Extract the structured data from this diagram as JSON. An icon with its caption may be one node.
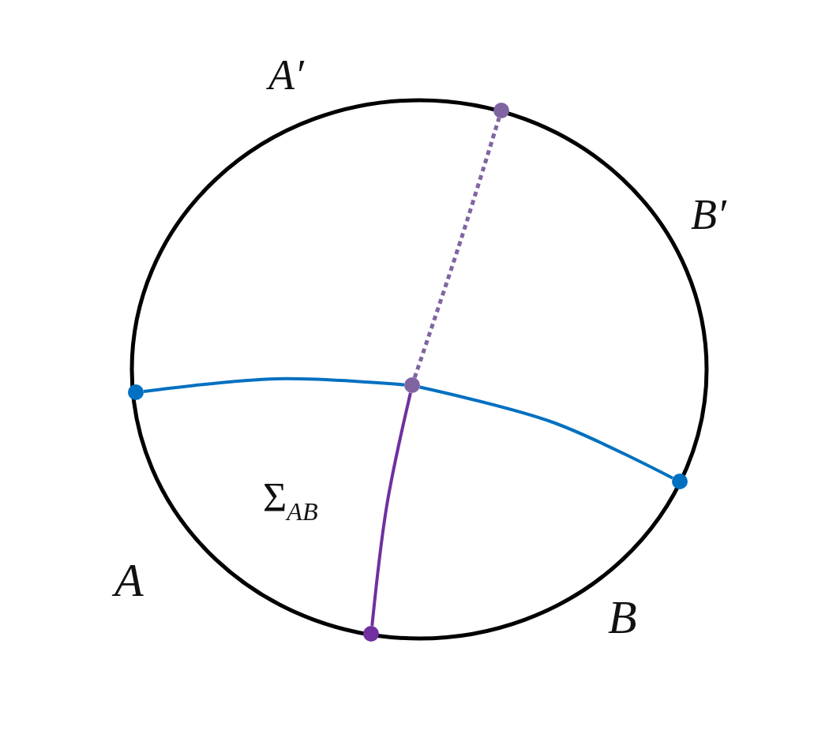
{
  "diagram": {
    "nodes": [
      {
        "text": [],
        "shape": "circle"
      },
      {
        "text": [],
        "shape": "circle"
      },
      {
        "text": [],
        "shape": "circle"
      },
      {
        "text": [],
        "shape": "circle"
      },
      {
        "text": [],
        "shape": "circle"
      }
    ],
    "edges": [
      {
        "from": 1,
        "to": 2,
        "arrow": "none",
        "color": "#0070c0"
      },
      {
        "from": 2,
        "to": 3,
        "arrow": "none",
        "color": "#0070c0"
      },
      {
        "from": 4,
        "to": 2,
        "arrow": "none",
        "color": "#7030a0"
      },
      {
        "from": 2,
        "to": 0,
        "arrow": "none",
        "style": "dashed",
        "color": "#8064a2"
      }
    ],
    "labels": [
      "A′",
      "B′",
      "Σ$_{AB}$",
      "A",
      "B"
    ]
  }
}
